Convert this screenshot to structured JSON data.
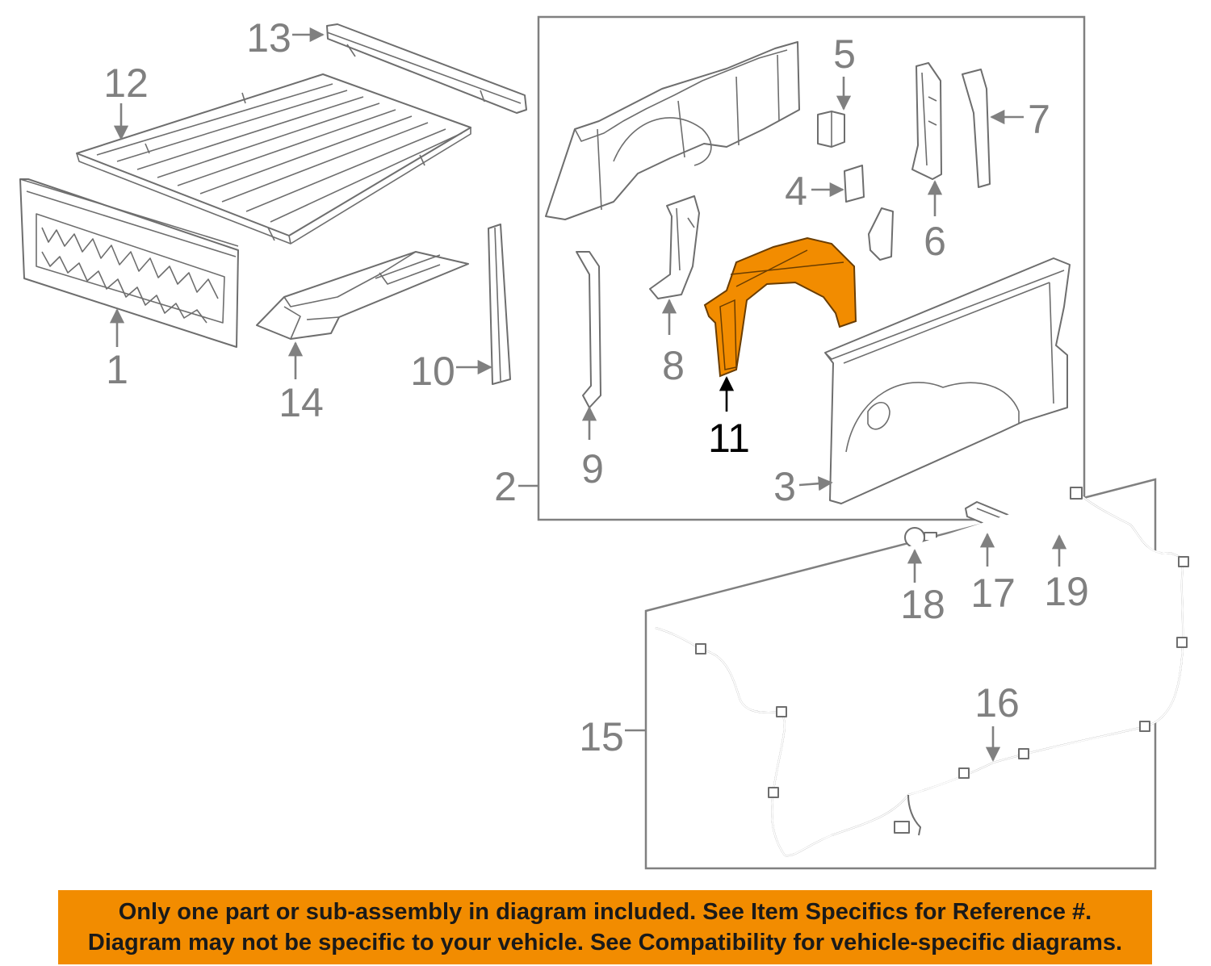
{
  "diagram": {
    "callouts": {
      "c1": "1",
      "c2": "2",
      "c3": "3",
      "c4": "4",
      "c5": "5",
      "c6": "6",
      "c7": "7",
      "c8": "8",
      "c9": "9",
      "c10": "10",
      "c11": "11",
      "c12": "12",
      "c13": "13",
      "c14": "14",
      "c15": "15",
      "c16": "16",
      "c17": "17",
      "c18": "18",
      "c19": "19"
    },
    "highlighted_part": "11",
    "highlight_color": "#f28c00",
    "line_color": "#808080"
  },
  "notice": {
    "line1": "Only one part or sub-assembly in diagram included. See Item Specifics for Reference #.",
    "line2": "Diagram may not be specific to your vehicle. See Compatibility for vehicle-specific diagrams.",
    "background": "#f28c00"
  }
}
